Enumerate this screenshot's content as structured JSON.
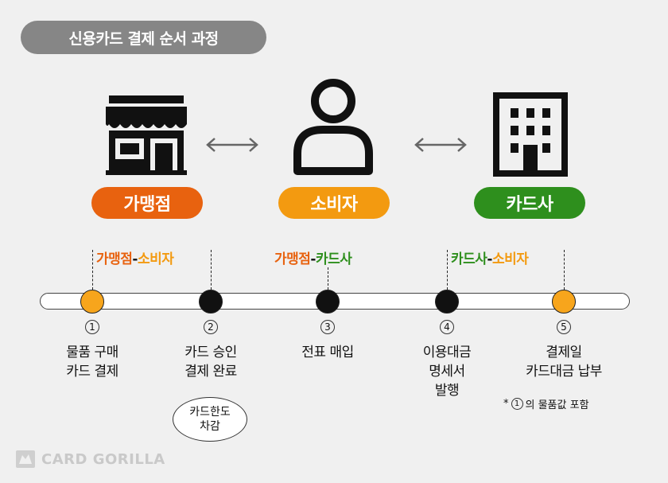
{
  "title": "신용카드 결제 순서 과정",
  "roles": [
    {
      "label": "가맹점",
      "color": "#e8620f",
      "icon": "store-icon"
    },
    {
      "label": "소비자",
      "color": "#f39a10",
      "icon": "person-icon"
    },
    {
      "label": "카드사",
      "color": "#2e8f1d",
      "icon": "building-icon"
    }
  ],
  "pairs": [
    {
      "left": "가맹점",
      "sep": "-",
      "right": "소비자",
      "left_color": "#e8620f",
      "right_color": "#f39a10"
    },
    {
      "left": "가맹점",
      "sep": "-",
      "right": "카드사",
      "left_color": "#e8620f",
      "right_color": "#2e8f1d"
    },
    {
      "left": "카드사",
      "sep": "-",
      "right": "소비자",
      "left_color": "#2e8f1d",
      "right_color": "#f39a10"
    }
  ],
  "steps": [
    {
      "num": "①",
      "text": "물품 구매\n카드 결제",
      "dot_color": "#f7a51c"
    },
    {
      "num": "②",
      "text": "카드 승인\n결제 완료",
      "dot_color": "#111111"
    },
    {
      "num": "③",
      "text": "전표 매입",
      "dot_color": "#111111"
    },
    {
      "num": "④",
      "text": "이용대금\n명세서\n발행",
      "dot_color": "#111111"
    },
    {
      "num": "⑤",
      "text": "결제일\n카드대금 납부",
      "dot_color": "#f7a51c"
    }
  ],
  "bubble": "카드한도\n차감",
  "note": {
    "star": "*",
    "num": "①",
    "text": "의 물품값 포함"
  },
  "logo": "CARD GORILLA"
}
